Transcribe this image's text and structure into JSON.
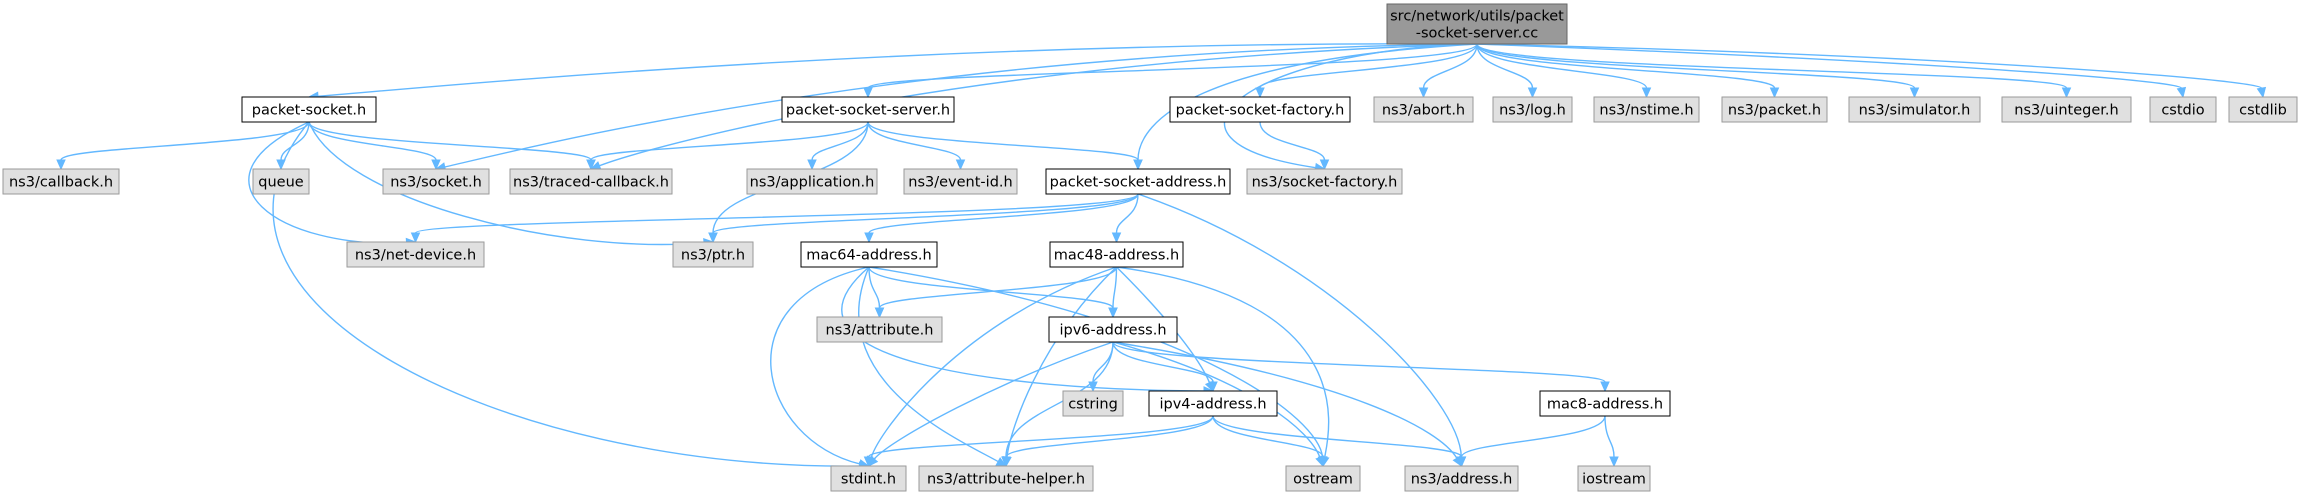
{
  "colors": {
    "root_fill": "#999999",
    "external_fill": "#e0e0e0",
    "external_stroke": "#999999",
    "internal_fill": "#ffffff",
    "internal_stroke": "#000000",
    "edge": "#63b8ff"
  },
  "nodes": [
    {
      "id": "root",
      "kind": "root",
      "lines": [
        "src/network/utils/packet",
        "-socket-server.cc"
      ]
    },
    {
      "id": "psh",
      "kind": "internal",
      "lines": [
        "packet-socket.h"
      ]
    },
    {
      "id": "pssh",
      "kind": "internal",
      "lines": [
        "packet-socket-server.h"
      ]
    },
    {
      "id": "psfh",
      "kind": "internal",
      "lines": [
        "packet-socket-factory.h"
      ]
    },
    {
      "id": "abort",
      "kind": "external",
      "lines": [
        "ns3/abort.h"
      ]
    },
    {
      "id": "log",
      "kind": "external",
      "lines": [
        "ns3/log.h"
      ]
    },
    {
      "id": "nstime",
      "kind": "external",
      "lines": [
        "ns3/nstime.h"
      ]
    },
    {
      "id": "packet",
      "kind": "external",
      "lines": [
        "ns3/packet.h"
      ]
    },
    {
      "id": "simulator",
      "kind": "external",
      "lines": [
        "ns3/simulator.h"
      ]
    },
    {
      "id": "uinteger",
      "kind": "external",
      "lines": [
        "ns3/uinteger.h"
      ]
    },
    {
      "id": "cstdio",
      "kind": "external",
      "lines": [
        "cstdio"
      ]
    },
    {
      "id": "cstdlib",
      "kind": "external",
      "lines": [
        "cstdlib"
      ]
    },
    {
      "id": "callback",
      "kind": "external",
      "lines": [
        "ns3/callback.h"
      ]
    },
    {
      "id": "queue",
      "kind": "external",
      "lines": [
        "queue"
      ]
    },
    {
      "id": "socket",
      "kind": "external",
      "lines": [
        "ns3/socket.h"
      ]
    },
    {
      "id": "traced",
      "kind": "external",
      "lines": [
        "ns3/traced-callback.h"
      ]
    },
    {
      "id": "application",
      "kind": "external",
      "lines": [
        "ns3/application.h"
      ]
    },
    {
      "id": "eventid",
      "kind": "external",
      "lines": [
        "ns3/event-id.h"
      ]
    },
    {
      "id": "psah",
      "kind": "internal",
      "lines": [
        "packet-socket-address.h"
      ]
    },
    {
      "id": "sockfactory",
      "kind": "external",
      "lines": [
        "ns3/socket-factory.h"
      ]
    },
    {
      "id": "netdevice",
      "kind": "external",
      "lines": [
        "ns3/net-device.h"
      ]
    },
    {
      "id": "ptr",
      "kind": "external",
      "lines": [
        "ns3/ptr.h"
      ]
    },
    {
      "id": "mac64",
      "kind": "internal",
      "lines": [
        "mac64-address.h"
      ]
    },
    {
      "id": "mac48",
      "kind": "internal",
      "lines": [
        "mac48-address.h"
      ]
    },
    {
      "id": "attribute",
      "kind": "external",
      "lines": [
        "ns3/attribute.h"
      ]
    },
    {
      "id": "ipv6",
      "kind": "internal",
      "lines": [
        "ipv6-address.h"
      ]
    },
    {
      "id": "cstring",
      "kind": "external",
      "lines": [
        "cstring"
      ]
    },
    {
      "id": "ipv4",
      "kind": "internal",
      "lines": [
        "ipv4-address.h"
      ]
    },
    {
      "id": "mac8",
      "kind": "internal",
      "lines": [
        "mac8-address.h"
      ]
    },
    {
      "id": "stdint",
      "kind": "external",
      "lines": [
        "stdint.h"
      ]
    },
    {
      "id": "attrhelper",
      "kind": "external",
      "lines": [
        "ns3/attribute-helper.h"
      ]
    },
    {
      "id": "ostream",
      "kind": "external",
      "lines": [
        "ostream"
      ]
    },
    {
      "id": "address",
      "kind": "external",
      "lines": [
        "ns3/address.h"
      ]
    },
    {
      "id": "iostream",
      "kind": "external",
      "lines": [
        "iostream"
      ]
    }
  ],
  "edges": [
    [
      "root",
      "psh"
    ],
    [
      "root",
      "socket"
    ],
    [
      "root",
      "traced"
    ],
    [
      "root",
      "pssh"
    ],
    [
      "root",
      "psah"
    ],
    [
      "root",
      "sockfactory"
    ],
    [
      "root",
      "psfh"
    ],
    [
      "root",
      "abort"
    ],
    [
      "root",
      "log"
    ],
    [
      "root",
      "nstime"
    ],
    [
      "root",
      "packet"
    ],
    [
      "root",
      "simulator"
    ],
    [
      "root",
      "uinteger"
    ],
    [
      "root",
      "cstdio"
    ],
    [
      "root",
      "cstdlib"
    ],
    [
      "psh",
      "callback"
    ],
    [
      "psh",
      "queue"
    ],
    [
      "psh",
      "socket"
    ],
    [
      "psh",
      "traced"
    ],
    [
      "psh",
      "netdevice"
    ],
    [
      "psh",
      "ptr"
    ],
    [
      "psh",
      "stdint"
    ],
    [
      "pssh",
      "traced"
    ],
    [
      "pssh",
      "application"
    ],
    [
      "pssh",
      "eventid"
    ],
    [
      "pssh",
      "psah"
    ],
    [
      "pssh",
      "ptr"
    ],
    [
      "psfh",
      "sockfactory"
    ],
    [
      "psah",
      "netdevice"
    ],
    [
      "psah",
      "ptr"
    ],
    [
      "psah",
      "mac64"
    ],
    [
      "psah",
      "mac48"
    ],
    [
      "psah",
      "address"
    ],
    [
      "mac64",
      "attribute"
    ],
    [
      "mac64",
      "ipv6"
    ],
    [
      "mac64",
      "ipv4"
    ],
    [
      "mac64",
      "stdint"
    ],
    [
      "mac64",
      "attrhelper"
    ],
    [
      "mac64",
      "ostream"
    ],
    [
      "mac48",
      "attribute"
    ],
    [
      "mac48",
      "ipv6"
    ],
    [
      "mac48",
      "ipv4"
    ],
    [
      "mac48",
      "stdint"
    ],
    [
      "mac48",
      "attrhelper"
    ],
    [
      "mac48",
      "ostream"
    ],
    [
      "ipv6",
      "cstring"
    ],
    [
      "ipv6",
      "ipv4"
    ],
    [
      "ipv6",
      "mac8"
    ],
    [
      "ipv6",
      "stdint"
    ],
    [
      "ipv6",
      "attrhelper"
    ],
    [
      "ipv6",
      "ostream"
    ],
    [
      "ipv6",
      "address"
    ],
    [
      "ipv4",
      "stdint"
    ],
    [
      "ipv4",
      "attrhelper"
    ],
    [
      "ipv4",
      "ostream"
    ],
    [
      "ipv4",
      "address"
    ],
    [
      "mac8",
      "address"
    ],
    [
      "mac8",
      "iostream"
    ]
  ]
}
